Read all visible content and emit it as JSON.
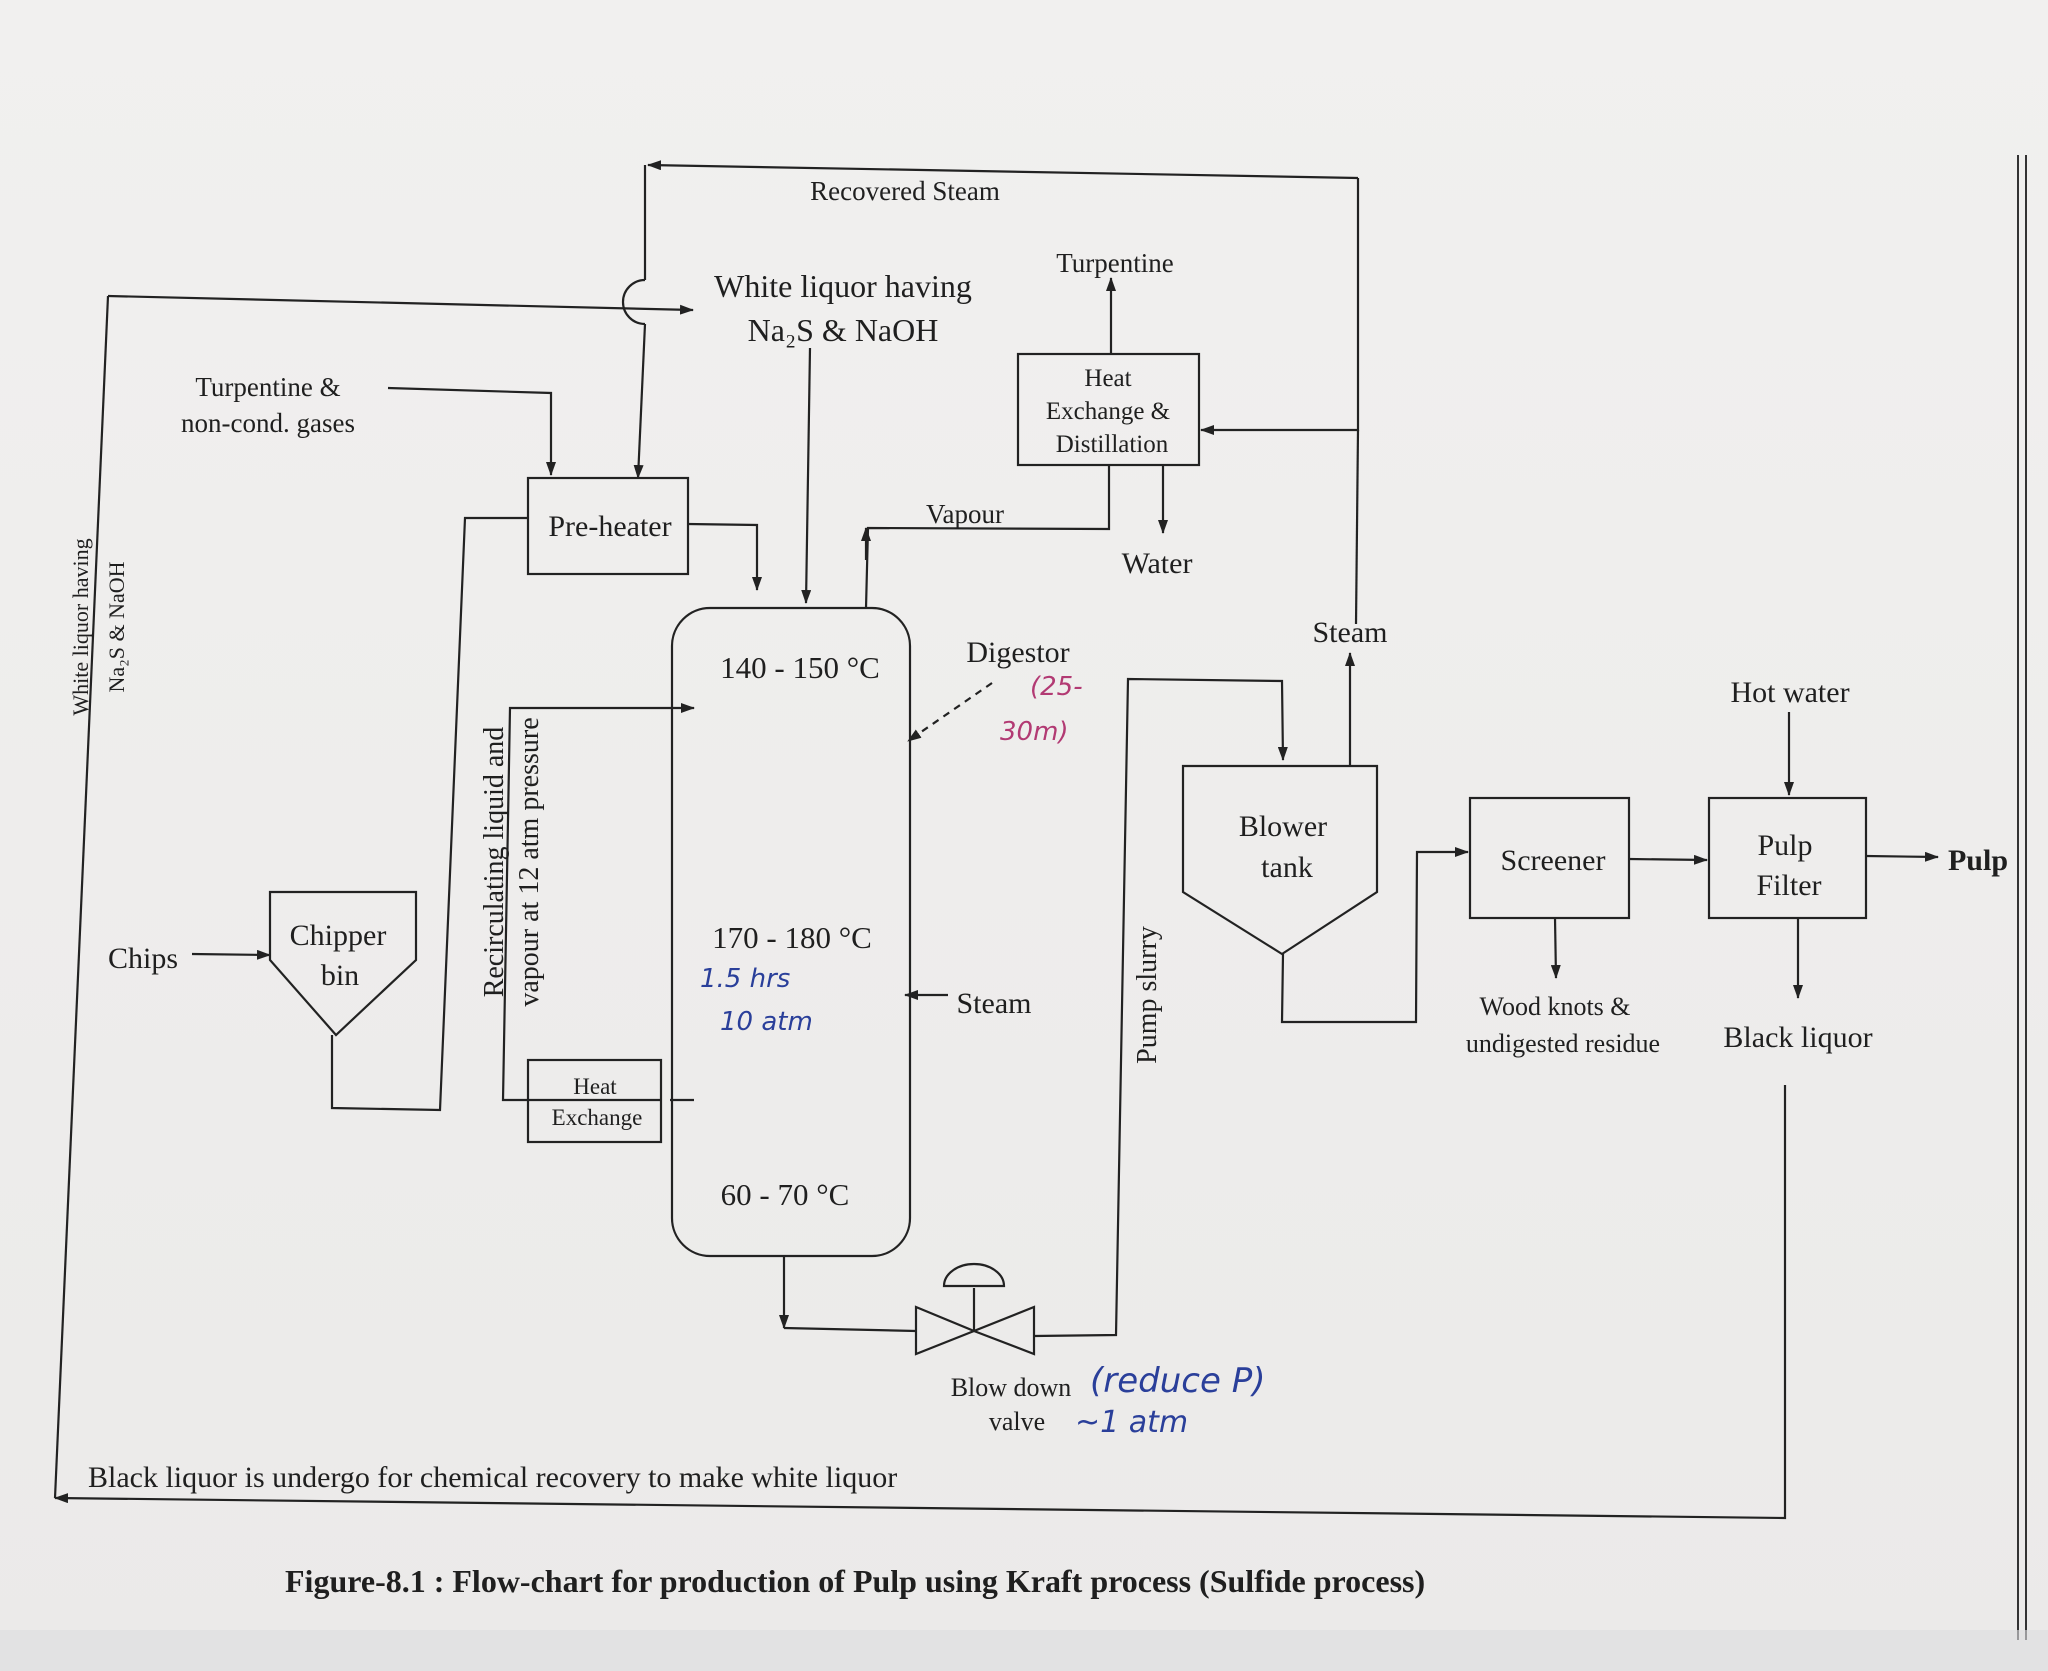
{
  "diagram": {
    "caption": "Figure-8.1 : Flow-chart for production of Pulp using Kraft process (Sulfide process)",
    "nodes": {
      "chipper_bin": [
        "Chipper",
        "bin"
      ],
      "pre_heater": "Pre-heater",
      "heat_exchange_distillation": [
        "Heat",
        "Exchange &",
        "Distillation"
      ],
      "heat_exchange": [
        "Heat",
        "Exchange"
      ],
      "digestor": "Digestor",
      "blower_tank": [
        "Blower",
        "tank"
      ],
      "screener": "Screener",
      "pulp_filter": [
        "Pulp",
        "Filter"
      ]
    },
    "labels": {
      "recovered_steam": "Recovered Steam",
      "white_liquor_top": [
        "White liquor having",
        "Na₂S & NaOH"
      ],
      "white_liquor_side": [
        "White liquor having",
        "Na₂S & NaOH"
      ],
      "turpentine": "Turpentine",
      "turpentine_gases": [
        "Turpentine &",
        "non-cond. gases"
      ],
      "vapour": "Vapour",
      "water": "Water",
      "steam_top": "Steam",
      "steam_side": "Steam",
      "hot_water": "Hot water",
      "chips": "Chips",
      "pulp": "Pulp",
      "recirculating": [
        "Recirculating liquid and",
        "vapour at 12 atm pressure"
      ],
      "temp_top": "140 - 150 °C",
      "temp_mid": "170 - 180 °C",
      "temp_bottom": "60 - 70 °C",
      "pump_slurry": "Pump slurry",
      "wood_knots": [
        "Wood knots &",
        "undigested residue"
      ],
      "black_liquor": "Black liquor",
      "blow_down_valve": [
        "Blow down",
        "valve"
      ],
      "black_liquor_recovery": "Black liquor is undergo for chemical recovery to make white liquor"
    },
    "handwritten_notes": {
      "digestor_size": [
        "(25-",
        "30m)"
      ],
      "digestor_conditions": [
        "1.5 hrs",
        "10 atm"
      ],
      "valve_note": [
        "(reduce P)",
        "~1 atm"
      ]
    },
    "colors": {
      "ink": "#1f1f1f",
      "magenta_note": "#b23a73",
      "blue_note": "#2a3f9a"
    }
  }
}
